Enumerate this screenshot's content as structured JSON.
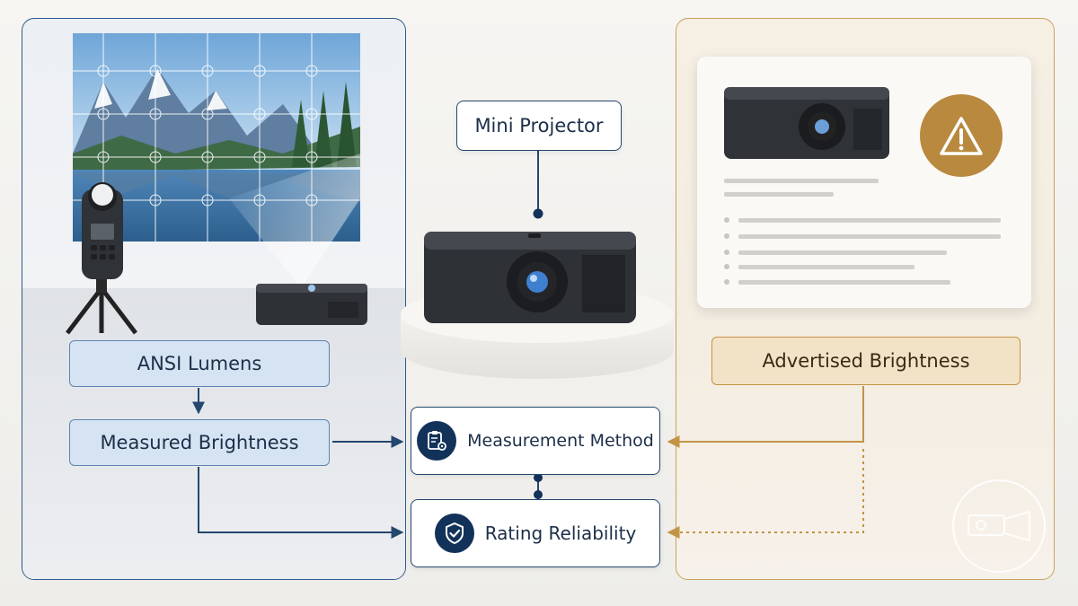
{
  "nodes": {
    "mini_projector": "Mini Projector",
    "ansi_lumens": "ANSI Lumens",
    "measured_brightness": "Measured Brightness",
    "measurement_method": "Measurement Method",
    "rating_reliability": "Rating Reliability",
    "advertised_brightness": "Advertised Brightness"
  },
  "icons": {
    "measurement_method": "clipboard-gear-icon",
    "rating_reliability": "shield-check-icon",
    "document": "warning-icon",
    "watermark": "projector-icon",
    "light_meter": "light-meter-icon"
  },
  "colors": {
    "blue_accent": "#24476e",
    "blue_fill": "#d6e3f2",
    "gold_accent": "#c29445",
    "gold_fill": "#f3e3c6"
  }
}
